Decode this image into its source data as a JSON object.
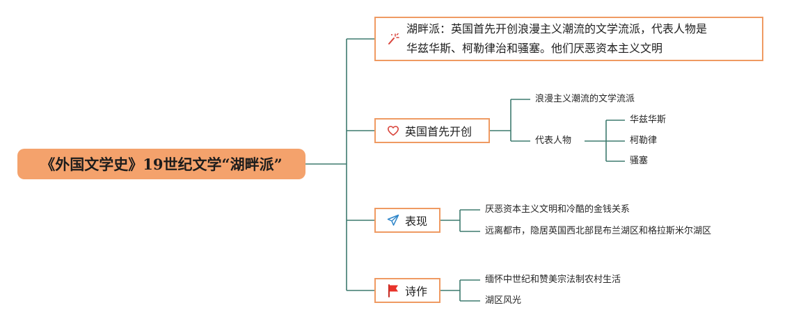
{
  "root": {
    "title": "《外国文学史》19世纪文学“湖畔派”"
  },
  "branches": [
    {
      "icon": "magic-wand-icon",
      "lines": [
        "湖畔派：英国首先开创浪漫主义潮流的文学流派，代表人物是",
        "华兹华斯、柯勒律治和骚塞。他们厌恶资本主义文明"
      ]
    },
    {
      "icon": "heart-icon",
      "label": "英国首先开创",
      "children": [
        {
          "label": "浪漫主义潮流的文学流派"
        },
        {
          "label": "代表人物",
          "children": [
            "华兹华斯",
            "柯勒律",
            "骚塞"
          ]
        }
      ]
    },
    {
      "icon": "paper-plane-icon",
      "label": "表现",
      "children": [
        "厌恶资本主义文明和冷酷的金钱关系",
        "远离都市，隐居英国西北部昆布兰湖区和格拉斯米尔湖区"
      ]
    },
    {
      "icon": "red-flag-icon",
      "label": "诗作",
      "children": [
        "缅怀中世纪和赞美宗法制农村生活",
        "湖区风光"
      ]
    }
  ],
  "colors": {
    "root_fill": "#f4a26c",
    "box_border": "#ef9a62",
    "connector": "#3d7a6e",
    "flag": "#e8332a",
    "heart": "#d9433a",
    "plane": "#2f86c9"
  }
}
